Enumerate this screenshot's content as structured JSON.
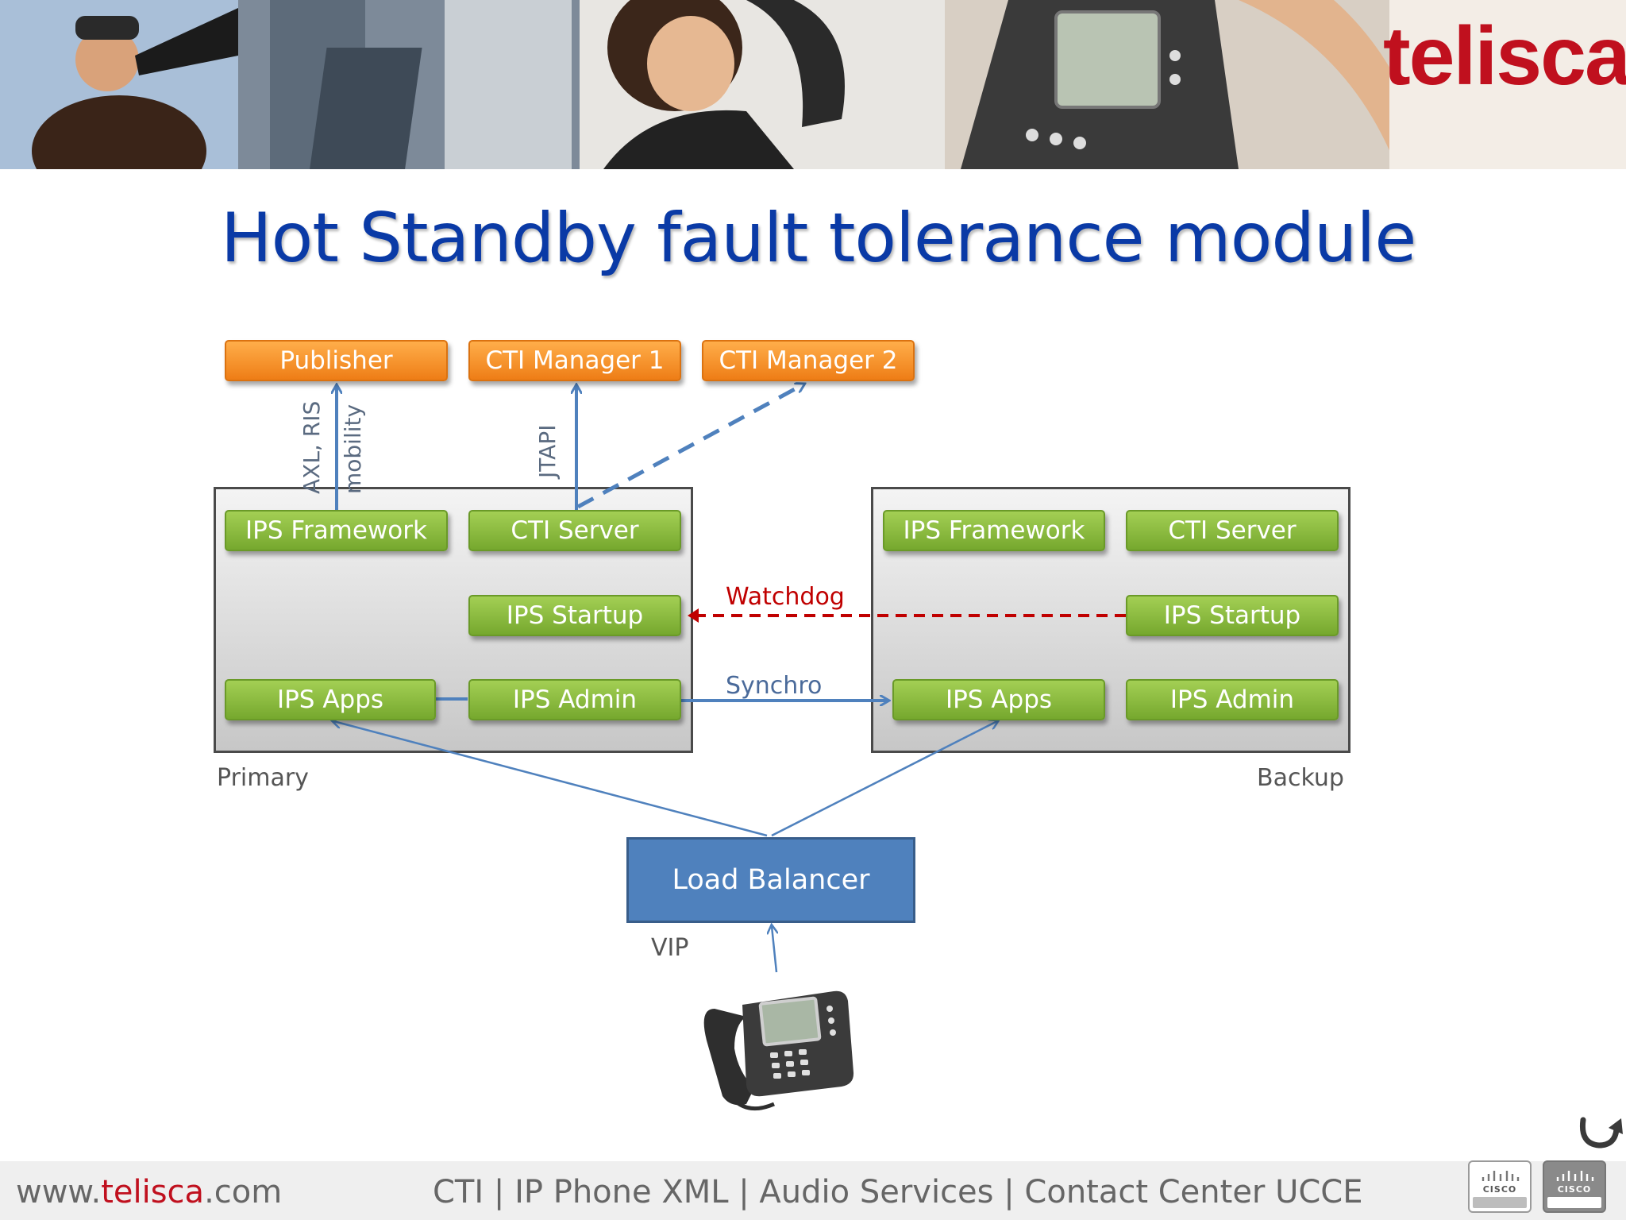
{
  "banner": {
    "logo": "telisca"
  },
  "title": "Hot Standby fault tolerance module",
  "diagram": {
    "top_boxes": {
      "publisher": "Publisher",
      "cti_manager_1": "CTI Manager 1",
      "cti_manager_2": "CTI Manager 2"
    },
    "primary": {
      "label": "Primary",
      "ips_framework": "IPS Framework",
      "cti_server": "CTI Server",
      "ips_startup": "IPS Startup",
      "ips_apps": "IPS Apps",
      "ips_admin": "IPS Admin"
    },
    "backup": {
      "label": "Backup",
      "ips_framework": "IPS Framework",
      "cti_server": "CTI Server",
      "ips_startup": "IPS Startup",
      "ips_apps": "IPS Apps",
      "ips_admin": "IPS Admin"
    },
    "edge_labels": {
      "axl_ris": "AXL, RIS",
      "mobility": "mobility",
      "jtapi": "JTAPI",
      "watchdog": "Watchdog",
      "synchro": "Synchro",
      "vip": "VIP"
    },
    "load_balancer": "Load Balancer",
    "colors": {
      "green": "#8cbf3f",
      "orange": "#f7901e",
      "blue": "#4f81bd",
      "arrow_blue": "#4f81bd",
      "watchdog_red": "#c00000",
      "title_blue": "#0a3aa6",
      "brand_red": "#c0101e"
    }
  },
  "footer": {
    "site_prefix": "www.",
    "site_brand": "telisca",
    "site_suffix": ".com",
    "tagline": "CTI | IP Phone XML | Audio Services | Contact Center UCCE",
    "badge_1": "CISCO",
    "badge_2": "CISCO"
  },
  "icons": {
    "return": "return-arrow-icon",
    "phone": "ip-phone-icon"
  }
}
